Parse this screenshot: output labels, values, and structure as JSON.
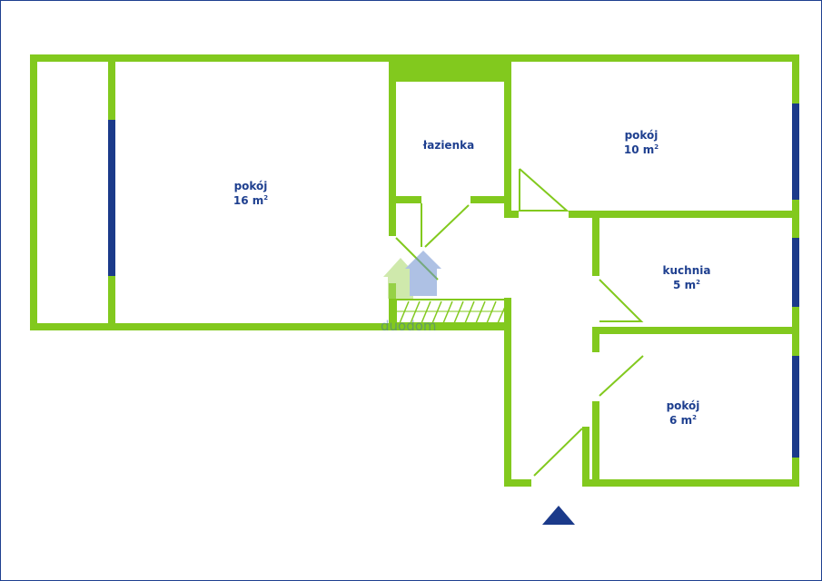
{
  "rooms": {
    "living": {
      "name": "pokój",
      "area": "16 m",
      "unit_sup": "2"
    },
    "bathroom": {
      "name": "łazienka"
    },
    "room_ne": {
      "name": "pokój",
      "area": "10 m",
      "unit_sup": "2"
    },
    "kitchen": {
      "name": "kuchnia",
      "area": "5 m",
      "unit_sup": "2"
    },
    "room_se": {
      "name": "pokój",
      "area": "6 m",
      "unit_sup": "2"
    }
  },
  "logo": {
    "text": "duodom"
  },
  "colors": {
    "wall": "#82c91e",
    "window": "#1b3a8a",
    "text": "#1e3f8f",
    "border": "#1e3f8f",
    "entrance_marker": "#1b3a8a"
  },
  "icons": {
    "entrance": "triangle-up-icon",
    "logo": "house-icon"
  }
}
